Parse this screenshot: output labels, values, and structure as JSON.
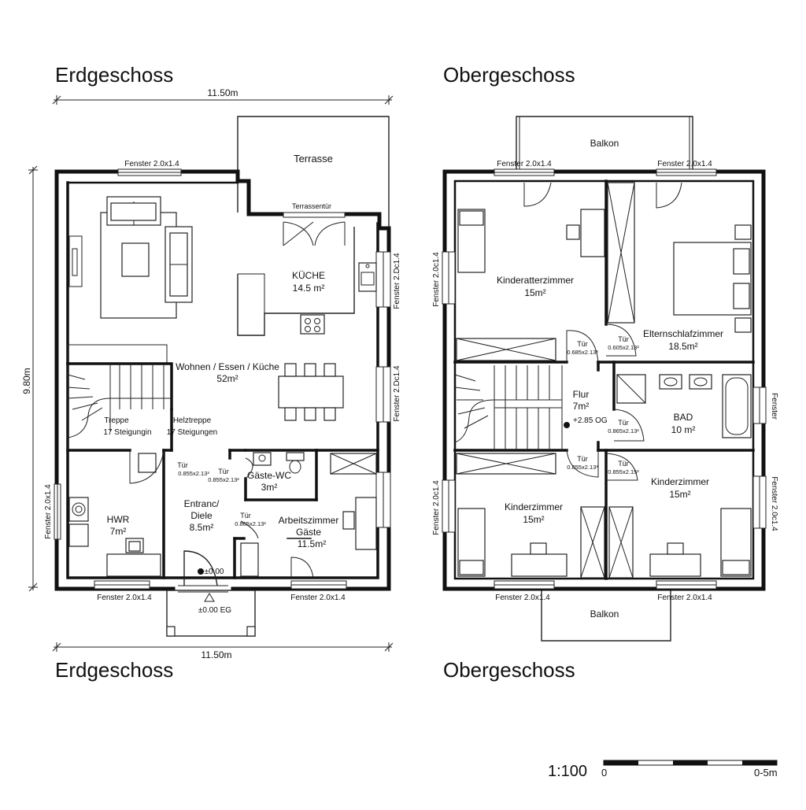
{
  "ground_floor": {
    "title_top": "Erdgeschoss",
    "title_bottom": "Erdgeschoss",
    "dim_width_top": "11.50m",
    "dim_width_bottom": "11.50m",
    "dim_height": "9.80m",
    "terrace": "Terrasse",
    "terrace_door": "Terrassentür",
    "windows": {
      "top": "Fenster 2.0x1.4",
      "right_upper": "Fenster 2.Dc1.4",
      "right_lower": "Fenster 2.Dc1.4",
      "left": "Fenster 2.0x1.4",
      "bottom_left": "Fenster 2.0x1.4",
      "bottom_right": "Fenster 2.0x1.4"
    },
    "rooms": {
      "kitchen_name": "KÜCHE",
      "kitchen_area": "14.5 m²",
      "living_name": "Wohnen / Essen / Küche",
      "living_area": "52m²",
      "stair_name": "Treppe",
      "stair_steps": "17 Steigungin",
      "stair2_name": "Helztreppe",
      "stair2_steps": "17 Steigungen",
      "hwr_name": "HWR",
      "hwr_area": "7m²",
      "entrance_name1": "Entranc/",
      "entrance_name2": "Diele",
      "entrance_area": "8.5m²",
      "wc_name": "Gäste-WC",
      "wc_area": "3m²",
      "office_name1": "Arbeitszimmer",
      "office_name2": "Gäste",
      "office_area": "11.5m²"
    },
    "doors": {
      "hwr_door": "Tür",
      "hwr_door_size": "0.855x2.13³",
      "entr_door": "Tür",
      "entr_door_size": "0.855x2.13²",
      "office_door": "Tür",
      "office_door_size": "0.865x2.13²"
    },
    "level_mark": "±0.00",
    "entry_level": "±0.00 EG"
  },
  "upper_floor": {
    "title_top": "Obergeschoss",
    "title_bottom": "Obergeschoss",
    "balcony_top": "Balkon",
    "balcony_bottom": "Balkon",
    "windows": {
      "top_left": "Fenster 2.0x1.4",
      "top_right": "Fenster 2.0x1.4",
      "left_upper": "Fenster 2.0c1.4",
      "left_lower": "Fenster 2.0c1.4",
      "right_mid": "Fenster",
      "right_lower": "Fenster 2.0c1.4",
      "bottom_left": "Fenster 2.0x1.4",
      "bottom_right": "Fenster 2.0x1.4"
    },
    "rooms": {
      "kid1_name": "Kinderatterzimmer",
      "kid1_area": "15m²",
      "parents_name": "Elternschlafzimmer",
      "parents_area": "18.5m²",
      "hall_name": "Flur",
      "hall_area": "7m²",
      "level": "+2.85 OG",
      "bath_name": "BAD",
      "bath_area": "10 m²",
      "kid2_name": "Kinderzimmer",
      "kid2_area": "15m²",
      "kid3_name": "Kinderzimmer",
      "kid3_area": "15m²"
    },
    "doors": {
      "d1": "Tür",
      "d1_size": "0.685x2.13³",
      "d2": "Tür",
      "d2_size": "0.605x2.13²",
      "d3": "Tür",
      "d3_size": "0.865x2.13²",
      "d4": "Tür",
      "d4_size": "0.855x2.13³",
      "d5": "Tür",
      "d5_size": "0.855x2.15²"
    }
  },
  "scale": {
    "ratio": "1:100",
    "start": "0",
    "end": "0-5m"
  }
}
